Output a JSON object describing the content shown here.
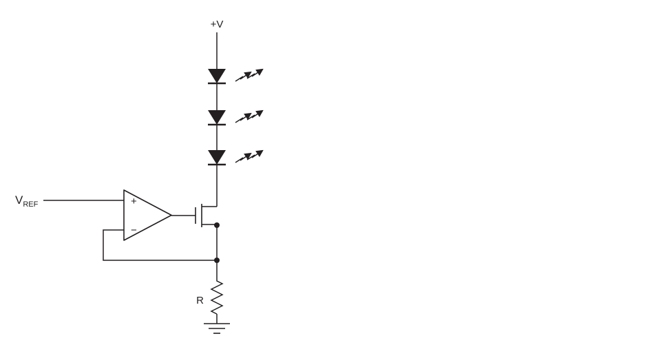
{
  "diagram": {
    "type": "circuit-schematic",
    "description": "Op-amp constant-current LED driver: supply +V feeds three series LEDs through an N-channel MOSFET; source sense resistor R to ground with feedback to the op-amp inverting input",
    "labels": {
      "supply": "+V",
      "vref_main": "V",
      "vref_sub": "REF",
      "opamp_noninverting": "+",
      "opamp_inverting": "−",
      "resistor": "R"
    },
    "components": [
      {
        "name": "led-1",
        "type": "LED with light-emission arrows"
      },
      {
        "name": "led-2",
        "type": "LED with light-emission arrows"
      },
      {
        "name": "led-3",
        "type": "LED with light-emission arrows"
      },
      {
        "name": "opamp",
        "type": "operational amplifier"
      },
      {
        "name": "mosfet",
        "type": "N-channel MOSFET"
      },
      {
        "name": "resistor",
        "type": "resistor",
        "label": "R"
      },
      {
        "name": "ground",
        "type": "ground symbol"
      }
    ],
    "colors": {
      "stroke": "#231f20",
      "background": "#ffffff"
    }
  }
}
